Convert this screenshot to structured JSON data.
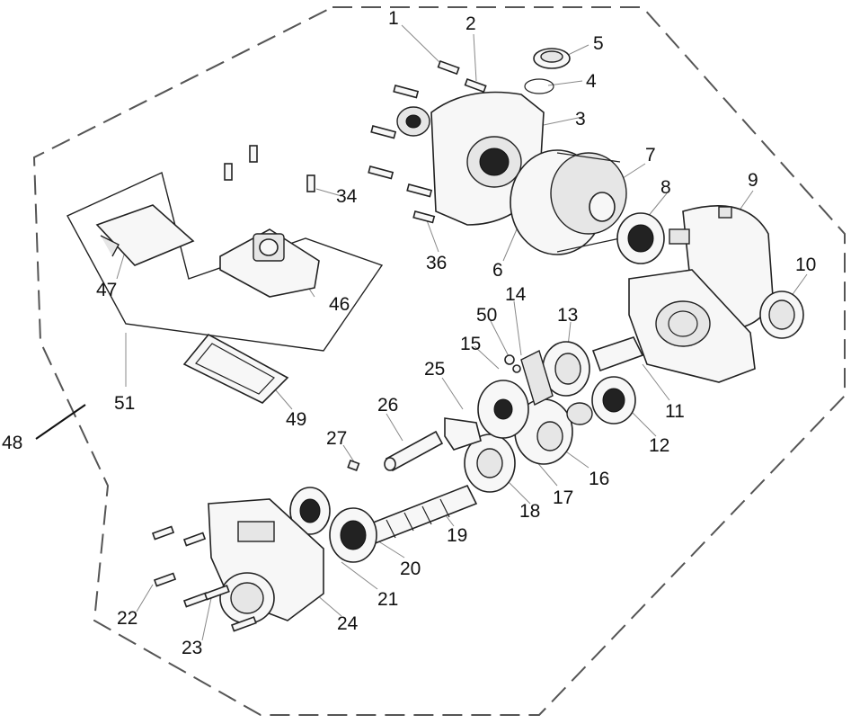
{
  "callouts": {
    "c1": "1",
    "c2": "2",
    "c3": "3",
    "c4": "4",
    "c5": "5",
    "c6": "6",
    "c7": "7",
    "c8": "8",
    "c9": "9",
    "c10": "10",
    "c11": "11",
    "c12": "12",
    "c13": "13",
    "c14": "14",
    "c15": "15",
    "c16": "16",
    "c17": "17",
    "c18": "18",
    "c19": "19",
    "c20": "20",
    "c21": "21",
    "c22": "22",
    "c23": "23",
    "c24": "24",
    "c25": "25",
    "c26": "26",
    "c27": "27",
    "c34": "34",
    "c36": "36",
    "c46": "46",
    "c47": "47",
    "c48": "48",
    "c49": "49",
    "c50": "50",
    "c51": "51"
  }
}
